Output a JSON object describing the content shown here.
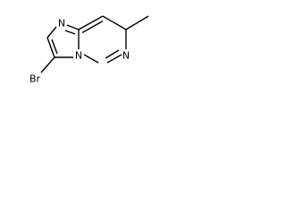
{
  "structure": {
    "atoms": {
      "n_imidazole": "N",
      "n_bridge": "N",
      "n_pyrimidine": "N",
      "bromine": "Br"
    }
  }
}
